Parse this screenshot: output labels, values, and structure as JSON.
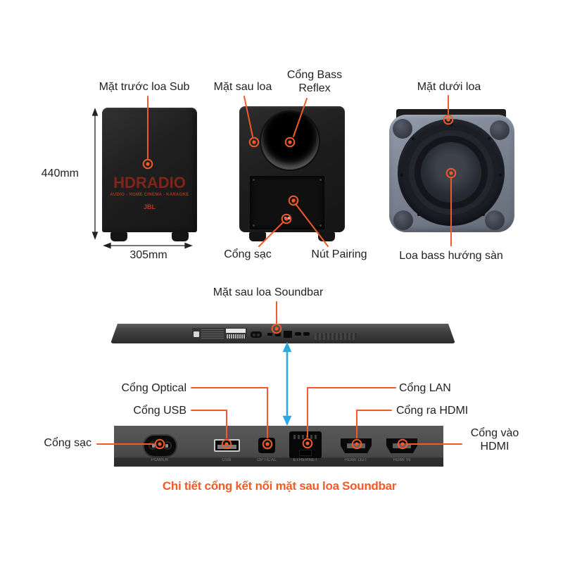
{
  "colors": {
    "accent_orange": "#F15A29",
    "arrow_blue": "#2BA9E0",
    "text_dark": "#231F20"
  },
  "sub_front_view": {
    "label": "Mặt trước loa Sub",
    "height_dim": "440mm",
    "width_dim": "305mm",
    "watermark": {
      "title": "HDRADIO",
      "subtitle": "AUDIO - HOME CINEMA - KARAOKE",
      "brand": "JBL"
    }
  },
  "sub_back_view": {
    "label": "Mặt sau loa",
    "bass_reflex": "Cổng Bass Reflex",
    "charge_port": "Cổng sạc",
    "pairing_button": "Nút Pairing"
  },
  "sub_bottom_view": {
    "label": "Mặt dưới loa",
    "driver": "Loa bass hướng sàn"
  },
  "soundbar": {
    "label": "Mặt sau loa Soundbar"
  },
  "port_panel": {
    "charge": "Cổng sạc",
    "usb": "Cổng USB",
    "optical": "Cổng Optical",
    "lan": "Cổng LAN",
    "hdmi_out": "Cổng ra HDMI",
    "hdmi_in": "Cổng vào HDMI",
    "tags": [
      "POWER",
      "USB",
      "OPTICAL",
      "ETHERNET",
      "HDMI OUT",
      "HDMI IN"
    ]
  },
  "caption": "Chi tiết cổng kết nối mặt sau loa Soundbar"
}
